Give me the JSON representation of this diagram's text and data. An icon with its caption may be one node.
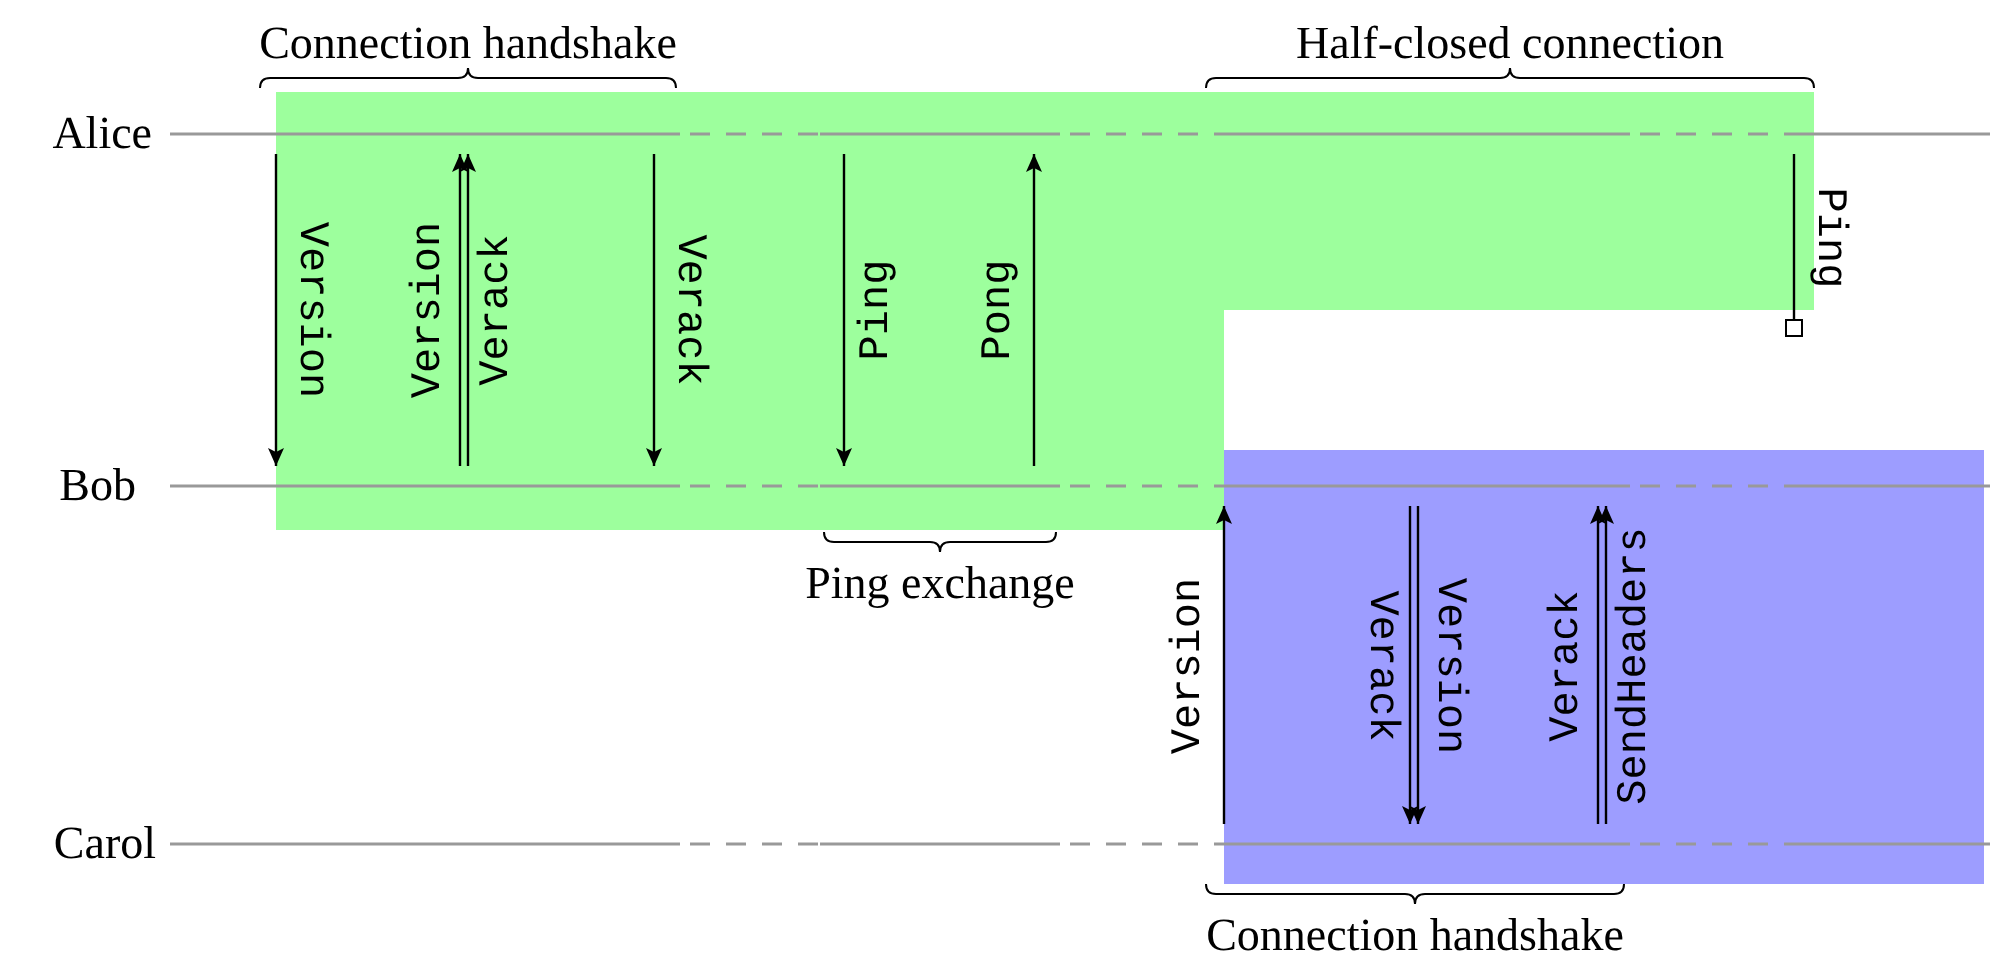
{
  "diagram": {
    "nodes": [
      {
        "text": [
          "Alice"
        ]
      },
      {
        "text": [
          "Bob"
        ]
      },
      {
        "text": [
          "Carol"
        ]
      }
    ],
    "edges": [
      {
        "from": 0,
        "to": 1,
        "arrow": "to",
        "label": "Version"
      },
      {
        "from": 1,
        "to": 0,
        "arrow": "to",
        "label": "Version"
      },
      {
        "from": 1,
        "to": 0,
        "arrow": "to",
        "label": "Verack"
      },
      {
        "from": 0,
        "to": 1,
        "arrow": "to",
        "label": "Verack"
      },
      {
        "from": 0,
        "to": 1,
        "arrow": "to",
        "label": "Ping"
      },
      {
        "from": 1,
        "to": 0,
        "arrow": "to",
        "label": "Pong"
      },
      {
        "from": 2,
        "to": 1,
        "arrow": "to",
        "label": "Version"
      },
      {
        "from": 1,
        "to": 2,
        "arrow": "to",
        "label": "Verack"
      },
      {
        "from": 1,
        "to": 2,
        "arrow": "to",
        "label": "Version"
      },
      {
        "from": 2,
        "to": 1,
        "arrow": "to",
        "label": "Verack"
      },
      {
        "from": 2,
        "to": 1,
        "arrow": "to",
        "label": "SendHeaders"
      },
      {
        "from": 0,
        "to": null,
        "arrow": "other",
        "label": "Ping"
      }
    ],
    "labels": [
      "Connection handshake",
      "Half-closed connection",
      "Ping exchange",
      "Connection handshake"
    ]
  }
}
